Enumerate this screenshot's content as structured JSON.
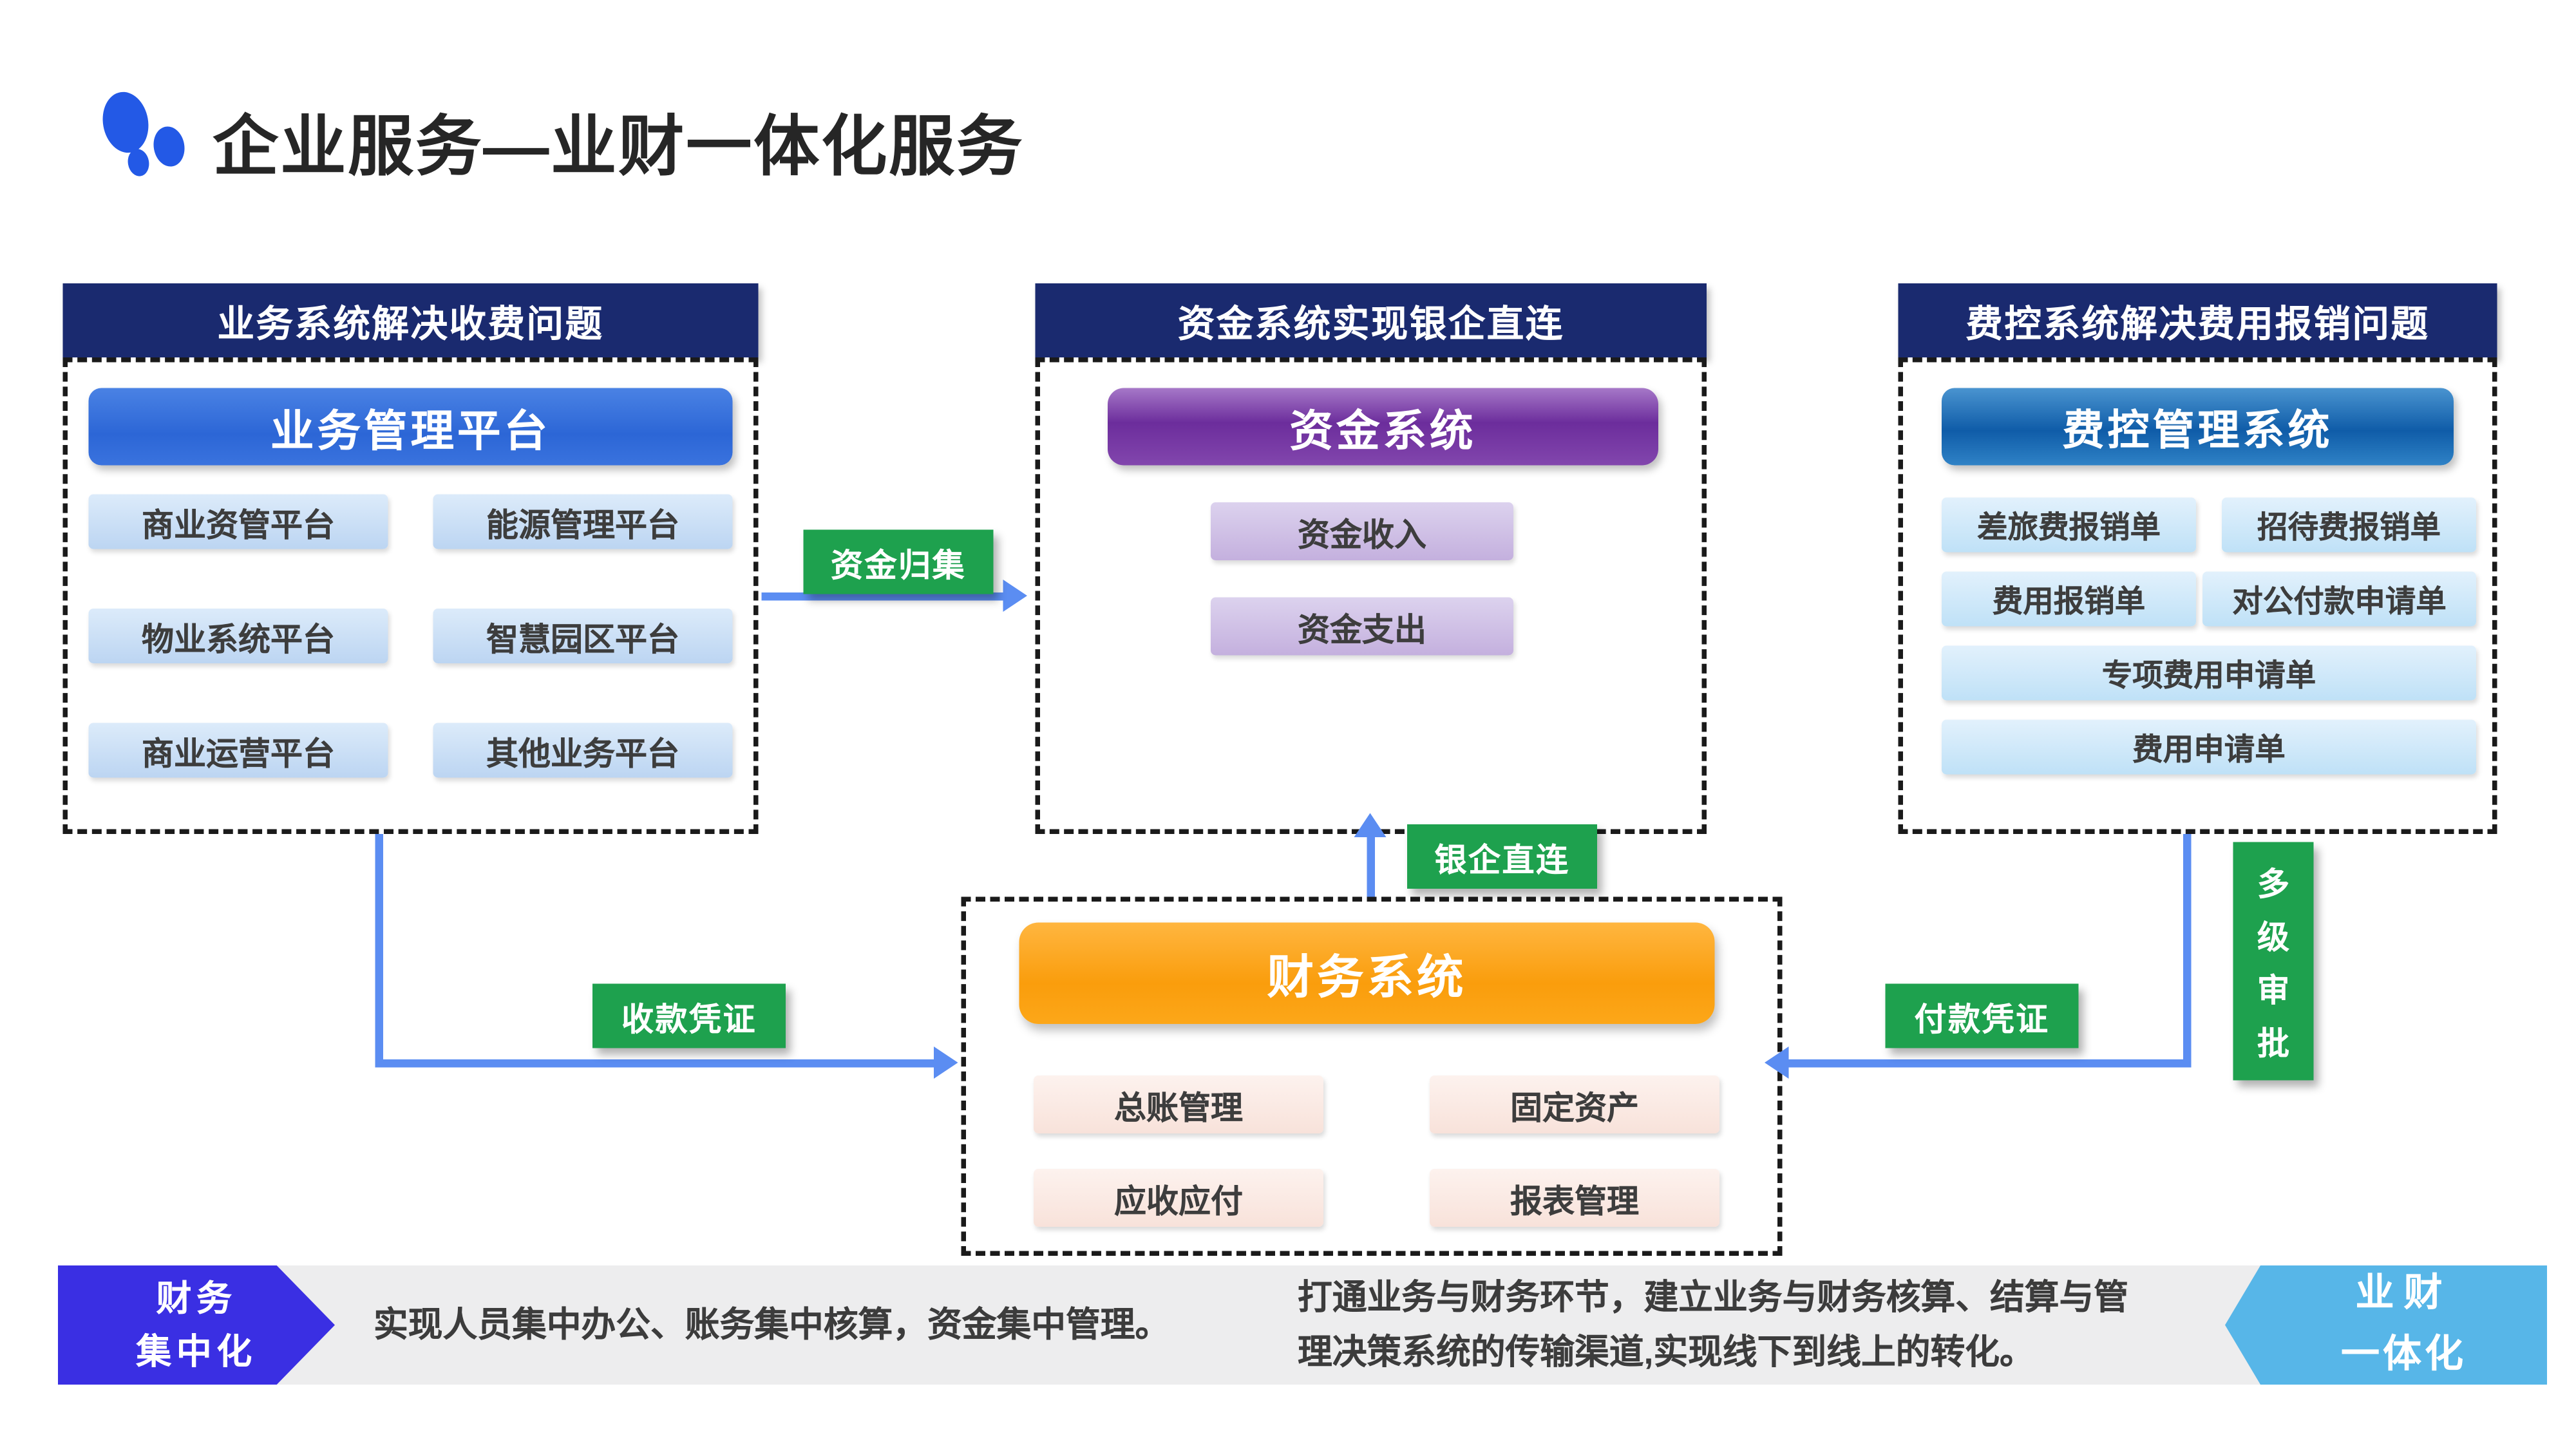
{
  "page": {
    "title": "企业服务—业财一体化服务"
  },
  "colors": {
    "header_navy": "#1a2a6f",
    "button_blue": "#2f6cd9",
    "button_purple": "#6c2d9c",
    "button_expense_blue": "#0f5ca8",
    "button_orange": "#fa9d0c",
    "item_light_blue": "#bcd5f2",
    "item_light_purple": "#c4b0de",
    "item_light_sky": "#bfe1f7",
    "item_light_pink": "#f8e2da",
    "green_label": "#1ea14e",
    "arrow_blue": "#5b8df2",
    "footer_gray": "#ededee",
    "footer_left_tag_blue": "#3a2fe3",
    "footer_right_tag_blue": "#57b6e8",
    "logo_blue": "#2359e6"
  },
  "panels": {
    "business": {
      "header": "业务系统解决收费问题",
      "platform": "业务管理平台",
      "items": [
        "商业资管平台",
        "能源管理平台",
        "物业系统平台",
        "智慧园区平台",
        "商业运营平台",
        "其他业务平台"
      ]
    },
    "treasury": {
      "header": "资金系统实现银企直连",
      "platform": "资金系统",
      "items": [
        "资金收入",
        "资金支出"
      ]
    },
    "expense": {
      "header": "费控系统解决费用报销问题",
      "platform": "费控管理系统",
      "items_small": [
        "差旅费报销单",
        "招待费报销单",
        "费用报销单",
        "对公付款申请单"
      ],
      "items_wide": [
        "专项费用申请单",
        "费用申请单"
      ]
    },
    "finance": {
      "platform": "财务系统",
      "items": [
        "总账管理",
        "固定资产",
        "应收应付",
        "报表管理"
      ]
    }
  },
  "labels": {
    "fund_collection": "资金归集",
    "bank_direct": "银企直连",
    "receipt_voucher": "收款凭证",
    "payment_voucher": "付款凭证",
    "approval_chars": [
      "多",
      "级",
      "审",
      "批"
    ]
  },
  "footer": {
    "left_tag_line1": "财务",
    "left_tag_line2": "集中化",
    "text1": "实现人员集中办公、账务集中核算，资金集中管理。",
    "text2_line1": "打通业务与财务环节，建立业务与财务核算、结算与管",
    "text2_line2": "理决策系统的传输渠道,实现线下到线上的转化。",
    "right_tag_line1": "业财",
    "right_tag_line2": "一体化"
  }
}
